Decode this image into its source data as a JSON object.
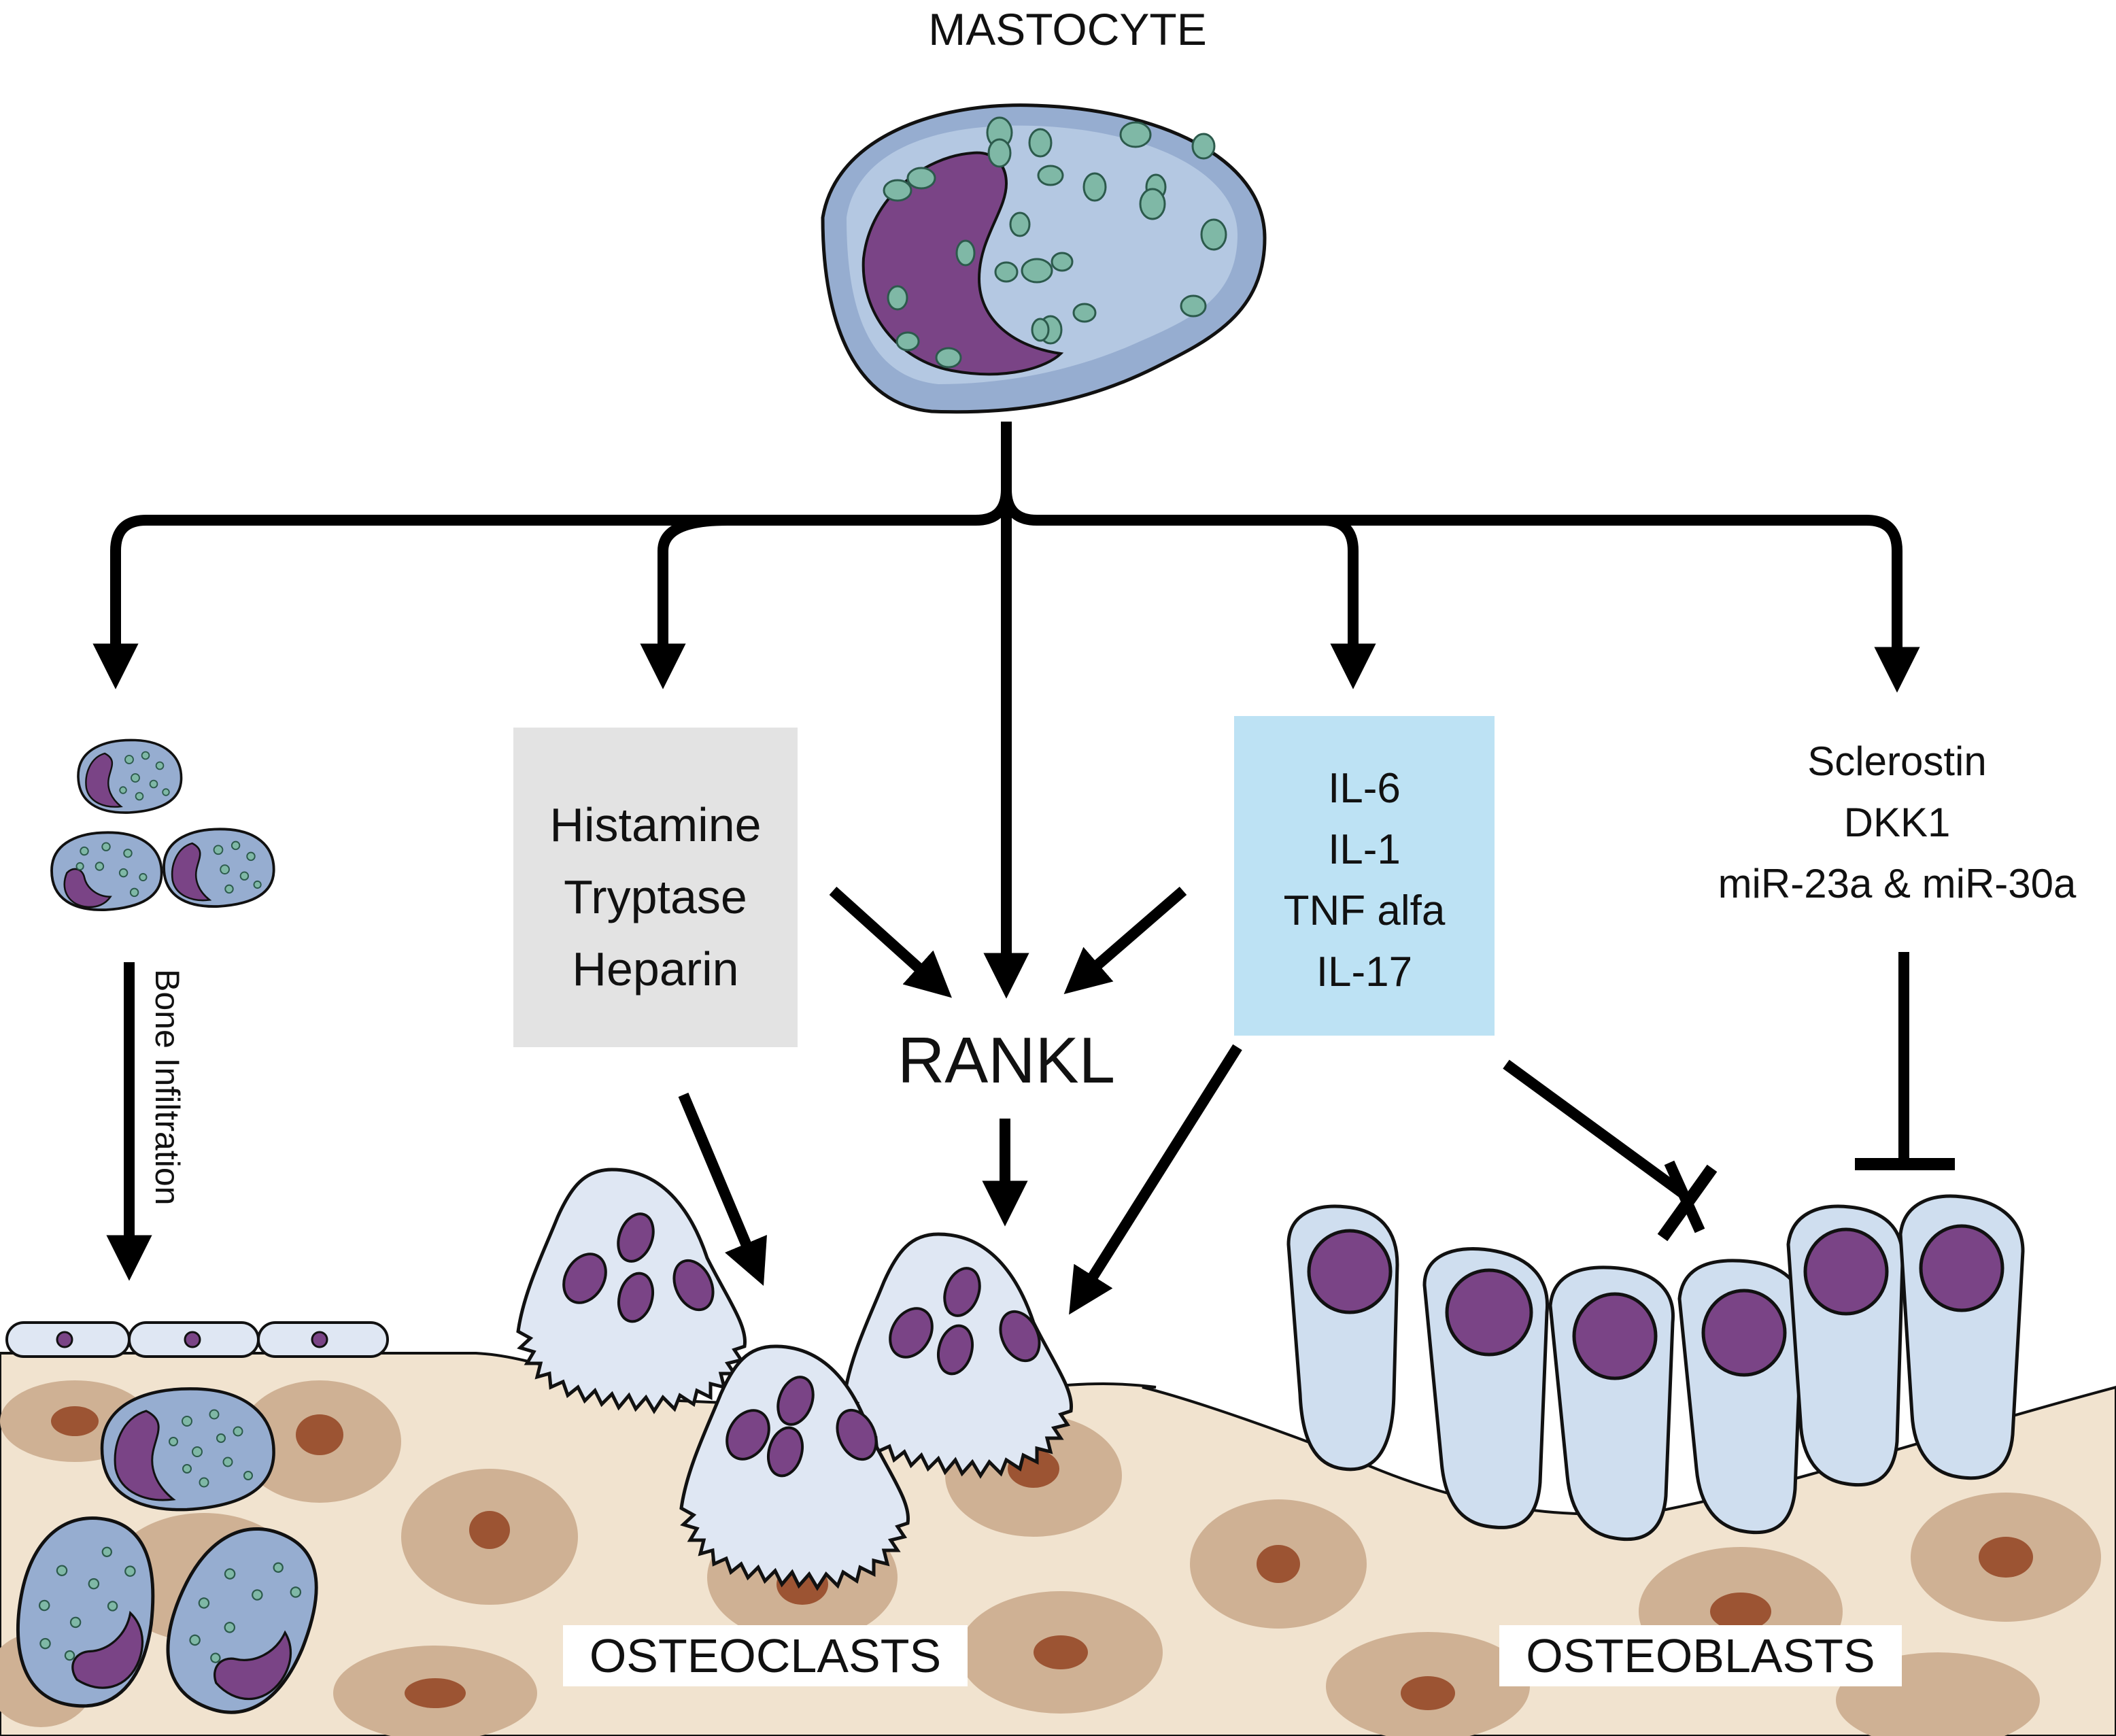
{
  "title": "MASTOCYTE",
  "mediator_groups": {
    "granule_mediators": [
      "Histamine",
      "Tryptase",
      "Heparin"
    ],
    "cytokines": [
      "IL-6",
      "IL-1",
      "TNF alfa",
      "IL-17"
    ],
    "inhibitors": [
      "Sclerostin",
      "DKK1",
      "miR-23a & miR-30a"
    ]
  },
  "rankl_label": "RANKL",
  "infiltration_label": "Bone Infiltration",
  "osteoclasts_label": "OSTEOCLASTS",
  "osteoblasts_label": "OSTEOBLASTS",
  "colors": {
    "cell_body": "#b4c8e2",
    "cell_nucleus": "#7a4486",
    "granule": "#7fb8a6",
    "granule_box": "#e3e3e3",
    "cytokine_box": "#bde2f4",
    "bone_light": "#f1e3cf",
    "bone_mid": "#cfb194",
    "bone_dark": "#9c5433",
    "osteoclast": "#dfe7f3",
    "osteoblast": "#cfdeef"
  }
}
